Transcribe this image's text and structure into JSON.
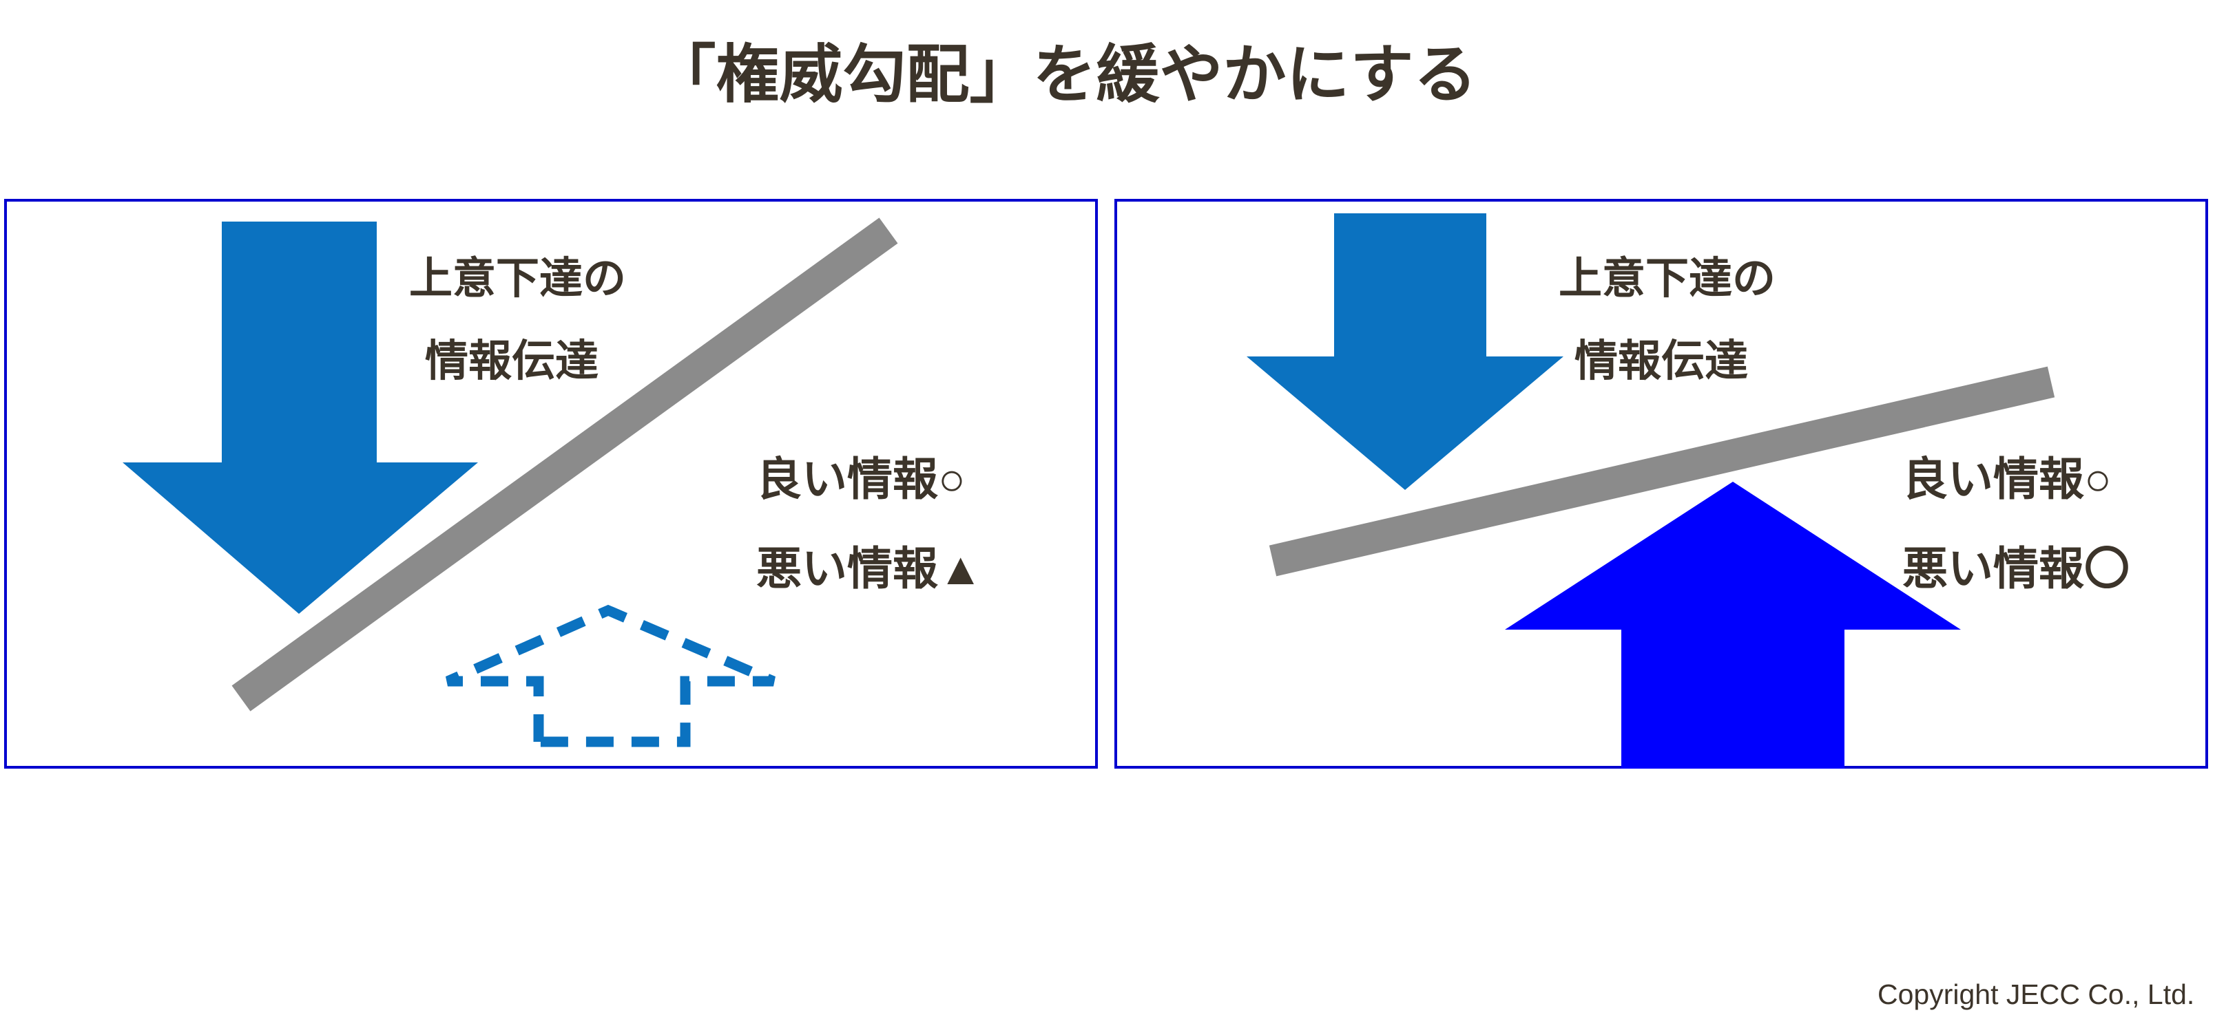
{
  "title": "「権威勾配」を緩やかにする",
  "panels": {
    "left": {
      "instruction_line1": "上意下達の",
      "instruction_line2": "情報伝達",
      "good_info": "良い情報○",
      "bad_info": "悪い情報▲"
    },
    "right": {
      "instruction_line1": "上意下達の",
      "instruction_line2": "情報伝達",
      "good_info": "良い情報○",
      "bad_info": "悪い情報〇"
    }
  },
  "icons": {
    "left_down_arrow": "down-arrow-icon",
    "left_gradient_bar": "steep-gradient-bar",
    "left_up_arrow": "blocked-dashed-up-arrow-icon",
    "right_down_arrow": "down-arrow-icon",
    "right_gradient_bar": "gentle-gradient-bar",
    "right_up_arrow": "up-arrow-icon"
  },
  "colors": {
    "accent_blue": "#0b72c0",
    "pure_blue": "#0000fe",
    "panel_border": "#0000cf",
    "bar_gray": "#8b8b8b",
    "text_dark": "#3c342a",
    "outline_white": "#ffffff"
  },
  "footer": {
    "copyright": "Copyright JECC Co., Ltd."
  }
}
